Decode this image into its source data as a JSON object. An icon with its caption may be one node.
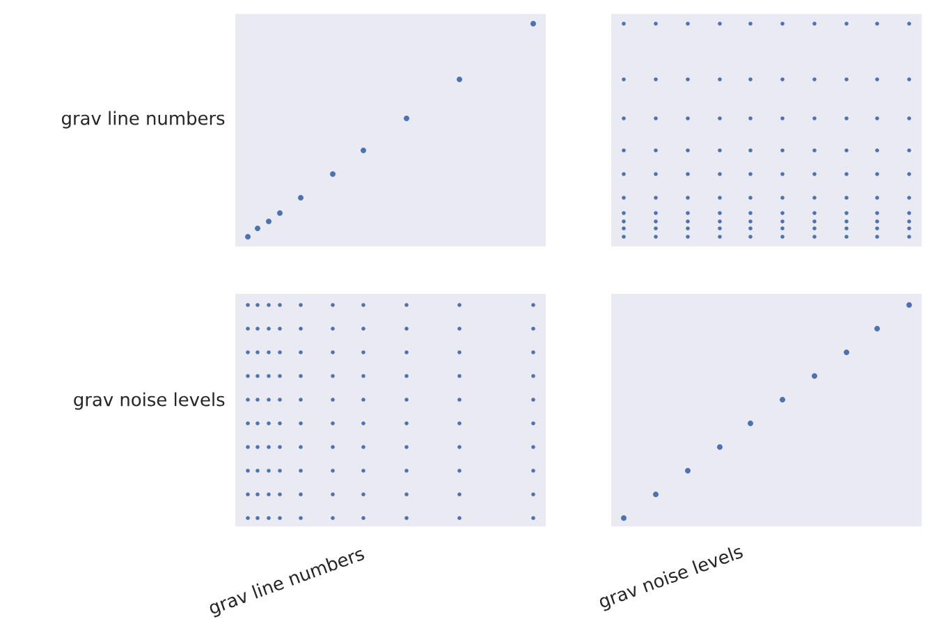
{
  "diagram": {
    "labels": [
      "grav line numbers",
      "grav noise levels",
      "grav line numbers",
      "grav noise levels"
    ]
  }
}
